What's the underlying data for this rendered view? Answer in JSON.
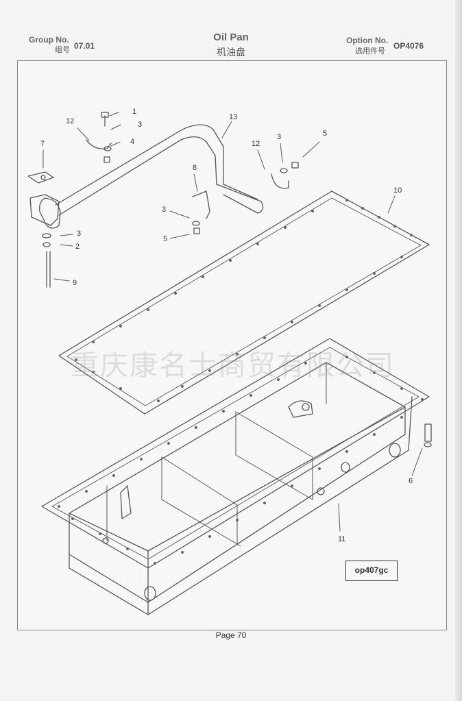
{
  "header": {
    "group_label": "Group No.",
    "group_label_cn": "组号",
    "group_value": "07.01",
    "title": "Oil Pan",
    "title_cn": "机油盘",
    "option_label": "Option No.",
    "option_label_cn": "选用件号",
    "option_value": "OP4076"
  },
  "diagram": {
    "watermark": "重庆康名士商贸有限公司",
    "code": "op407gc",
    "callouts": {
      "c1": "1",
      "c3a": "3",
      "c4": "4",
      "c12a": "12",
      "c13": "13",
      "c7": "7",
      "c3b": "3",
      "c2": "2",
      "c9": "9",
      "c8": "8",
      "c3c": "3",
      "c5a": "5",
      "c12b": "12",
      "c3d": "3",
      "c5b": "5",
      "c10": "10",
      "c6": "6",
      "c11": "11"
    }
  },
  "footer": {
    "page": "Page 70"
  }
}
